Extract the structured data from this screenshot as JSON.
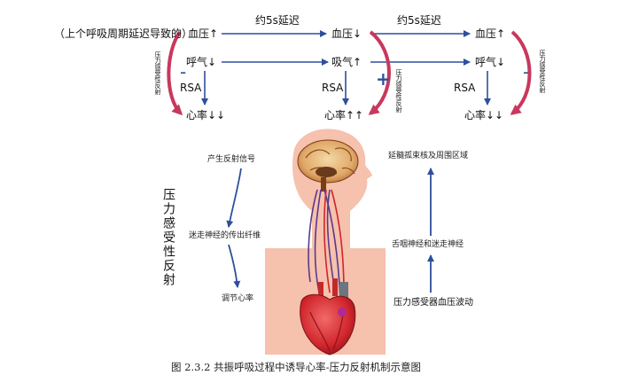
{
  "top": {
    "caption_left": "（上个呼吸周期延迟导致的）",
    "delay_1": "约5s延迟",
    "delay_2": "约5s延迟",
    "bp_1": "血压↑",
    "bp_2": "血压↓",
    "bp_3": "血压↑",
    "resp_1": "呼气↓",
    "resp_2": "吸气↑",
    "resp_3": "呼气↓",
    "rsa_1": "RSA",
    "rsa_2": "RSA",
    "rsa_3": "RSA",
    "hr_1": "心率↓↓",
    "hr_2": "心率↑↑",
    "hr_3": "心率↓↓",
    "baroreflex_1": "压力感受性反射",
    "baroreflex_2": "压力感受性反射",
    "baroreflex_3": "压力感受性反射",
    "sign_minus_1": "-",
    "sign_plus": "+",
    "sign_minus_2": "-"
  },
  "bottom": {
    "title_vertical": "压力感受性反射",
    "reflex_signal": "产生反射信号",
    "vagal_efferent": "迷走神经的传出纤维",
    "regulate_hr": "调节心率",
    "medulla": "延髓孤束核及周围区域",
    "glosso_vagal": "舌咽神经和迷走神经",
    "baro_wave": "压力感受器血压波动"
  },
  "figure_caption": "图 2.3.2 共振呼吸过程中诱导心率-压力反射机制示意图",
  "colors": {
    "arrow_blue": "#2e4f9b",
    "curve_red": "#c8385d",
    "skin": "#f6c1ad",
    "nerve_purple": "#5a3a8a"
  }
}
